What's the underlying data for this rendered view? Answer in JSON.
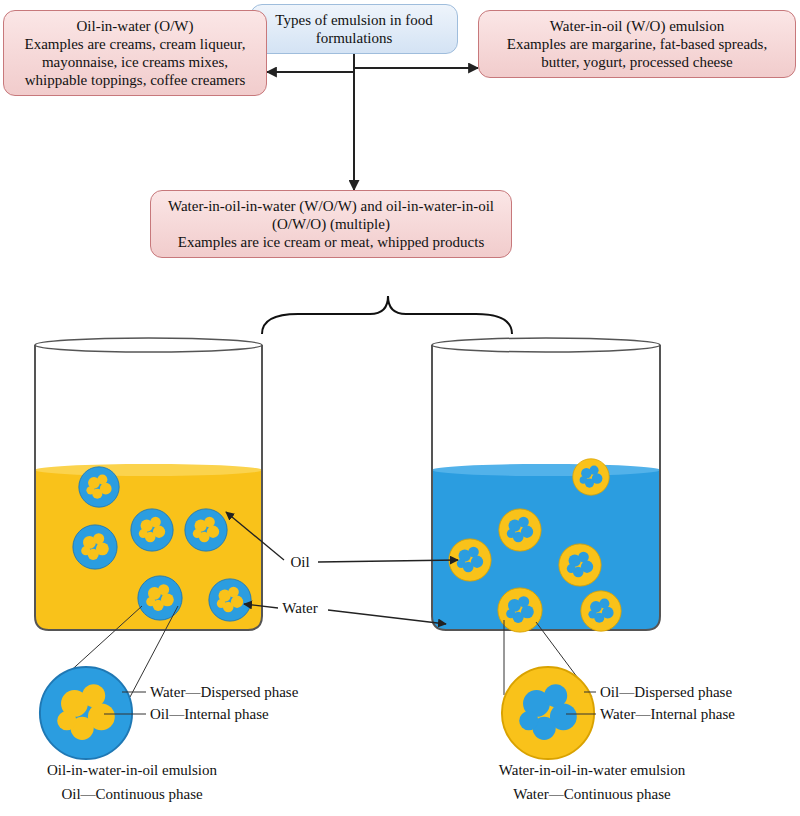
{
  "diagram": {
    "nodes": [
      {
        "text": [
          "Types of emulsion in food formulations"
        ]
      },
      {
        "text": [
          "Oil-in-water (O/W)",
          "Examples are creams, cream liqueur, mayonnaise, ice creams mixes, whippable toppings, coffee creamers"
        ]
      },
      {
        "text": [
          "Water-in-oil (W/O) emulsion",
          "Examples are margarine, fat-based spreads, butter, yogurt, processed cheese"
        ]
      },
      {
        "text": [
          "Water-in-oil-in-water (W/O/W) and oil-in-water-in-oil (O/W/O) (multiple)",
          "Examples are ice cream or meat, whipped products"
        ]
      }
    ],
    "edges": [
      {
        "from": 0,
        "to": 1,
        "arrow": "to"
      },
      {
        "from": 0,
        "to": 2,
        "arrow": "to"
      },
      {
        "from": 0,
        "to": 3,
        "arrow": "to"
      }
    ],
    "labels": [
      "Oil",
      "Water",
      "Water—Dispersed phase",
      "Oil—Internal phase",
      "Oil—Dispersed phase",
      "Water—Internal phase",
      "Oil-in-water-in-oil emulsion",
      "Oil—Continuous phase",
      "Water-in-oil-in-water emulsion",
      "Water—Continuous phase"
    ]
  }
}
